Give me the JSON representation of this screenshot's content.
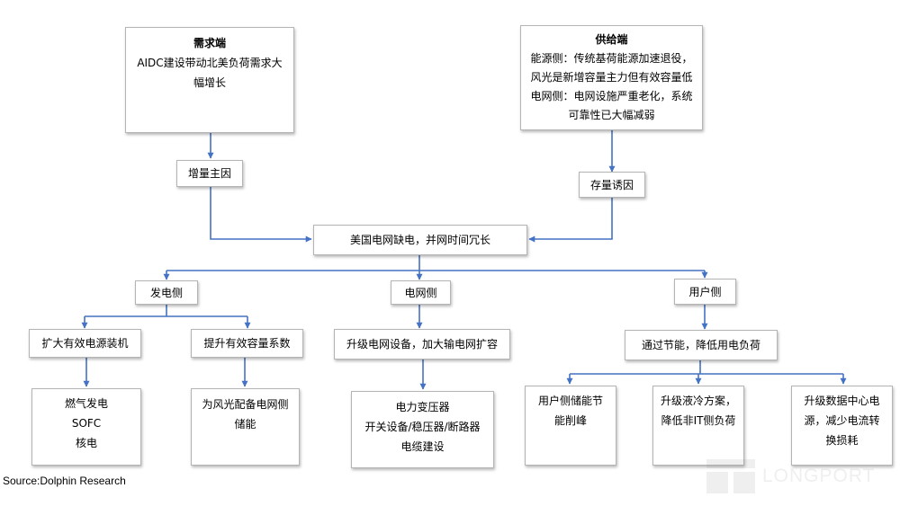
{
  "demand": {
    "title": "需求端",
    "lines": [
      "AIDC建设带动北美负荷需求大",
      "幅增长"
    ]
  },
  "supply": {
    "title": "供给端",
    "lines": [
      "能源侧：传统基荷能源加速退役，",
      "风光是新增容量主力但有效容量低",
      "电网侧：电网设施严重老化，系统",
      "可靠性已大幅减弱"
    ]
  },
  "incremental": "增量主因",
  "stock": "存量诱因",
  "core": "美国电网缺电，并网时间冗长",
  "gen_side": "发电侧",
  "grid_side": "电网侧",
  "user_side": "用户侧",
  "expand": "扩大有效电源装机",
  "capacity": "提升有效容量系数",
  "upgrade": "升级电网设备，加大输电网扩容",
  "saving": "通过节能，降低用电负荷",
  "gas": {
    "lines": [
      "燃气发电",
      "SOFC",
      "核电"
    ]
  },
  "storage": {
    "lines": [
      "为风光配备电网侧",
      "储能"
    ]
  },
  "transformer": {
    "lines": [
      "电力变压器",
      "开关设备/稳压器/断路器",
      "电缆建设"
    ]
  },
  "peak": {
    "lines": [
      "用户侧储能节",
      "能削峰"
    ]
  },
  "cooling": {
    "lines": [
      "升级液冷方案，",
      "降低非IT侧负荷"
    ]
  },
  "dc_power": {
    "lines": [
      "升级数据中心电",
      "源，减少电流转",
      "换损耗"
    ]
  },
  "source": "Source:Dolphin Research",
  "watermark": "LONGPORT",
  "colors": {
    "arrow": "#4472c4",
    "border": "#b4b4b4"
  }
}
